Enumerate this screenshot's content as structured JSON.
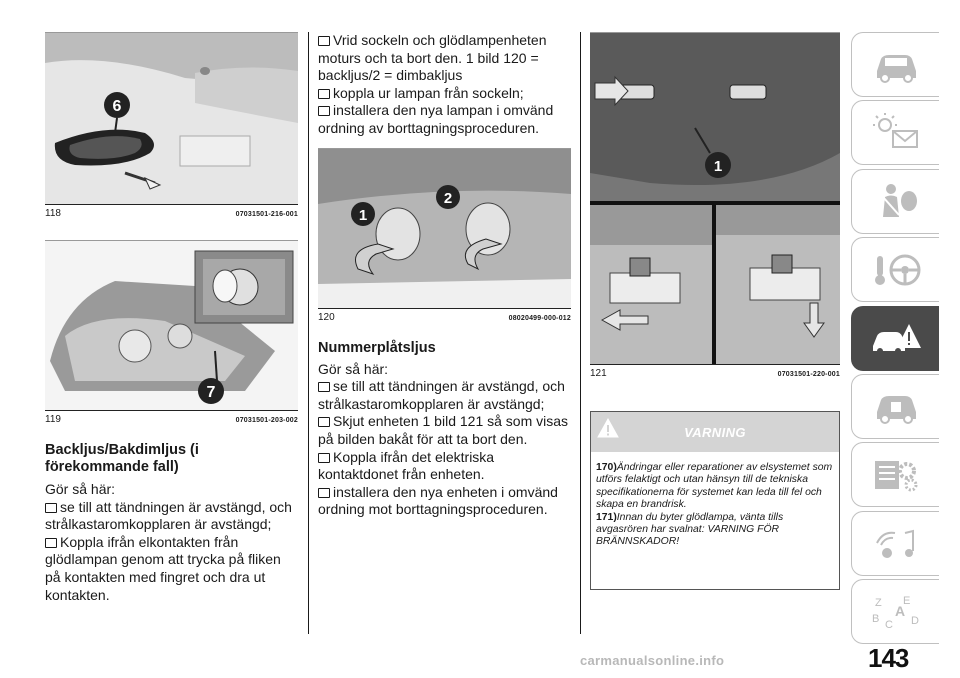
{
  "figures": {
    "fig118": {
      "number": "118",
      "code": "07031501-216-001",
      "callout": "6"
    },
    "fig119": {
      "number": "119",
      "code": "07031501-203-002",
      "callout": "7"
    },
    "fig120": {
      "number": "120",
      "code": "08020499-000-012",
      "callout1": "1",
      "callout2": "2"
    },
    "fig121": {
      "number": "121",
      "code": "07031501-220-001",
      "callout": "1"
    }
  },
  "col1": {
    "heading": "Backljus/Bakdimljus (i förekommande fall)",
    "intro": "Gör så här:",
    "step1": "se till att tändningen är avstängd, och strålkastaromkopplaren är avstängd;",
    "step2": "Koppla ifrån elkontakten från glödlampan genom att trycka på fliken på kontakten med fingret och dra ut kontakten."
  },
  "col2": {
    "step3": "Vrid sockeln och glödlampenheten moturs och ta bort den. 1 bild 120 = backljus/2 = dimbakljus",
    "step4": "koppla ur lampan från sockeln;",
    "step5": "installera den nya lampan i omvänd ordning av borttagningsproceduren.",
    "heading": "Nummerplåtsljus",
    "intro": "Gör så här:",
    "step1": "se till att tändningen är avstängd, och strålkastaromkopplaren är avstängd;",
    "step2": "Skjut enheten 1 bild 121 så som visas på bilden bakåt för att ta bort den.",
    "step3b": "Koppla ifrån det elektriska kontaktdonet från enheten.",
    "step4b": "installera den nya enheten i omvänd ordning mot borttagningsproceduren."
  },
  "warning": {
    "title": "VARNING",
    "n1": "170)",
    "t1": "Ändringar eller reparationer av elsystemet som utförs felaktigt och utan hänsyn till de tekniska specifikationerna för systemet kan leda till fel och skapa en brandrisk.",
    "n2": "171)",
    "t2": "Innan du byter glödlampa, vänta tills avgasrören har svalnat: VARNING FÖR BRÄNNSKADOR!"
  },
  "tabs": [
    {
      "icon": "car-icon"
    },
    {
      "icon": "dashboard-warning-icon"
    },
    {
      "icon": "seatbelt-airbag-icon"
    },
    {
      "icon": "key-steering-icon"
    },
    {
      "icon": "breakdown-icon",
      "active": true
    },
    {
      "icon": "service-car-icon"
    },
    {
      "icon": "specifications-gear-icon"
    },
    {
      "icon": "multimedia-icon"
    },
    {
      "icon": "index-az-icon"
    }
  ],
  "page_number": "143",
  "watermark": "carmanualsonline.info",
  "colors": {
    "active_tab": "#4a4a4a",
    "warning_header": "#d4d4d4"
  }
}
